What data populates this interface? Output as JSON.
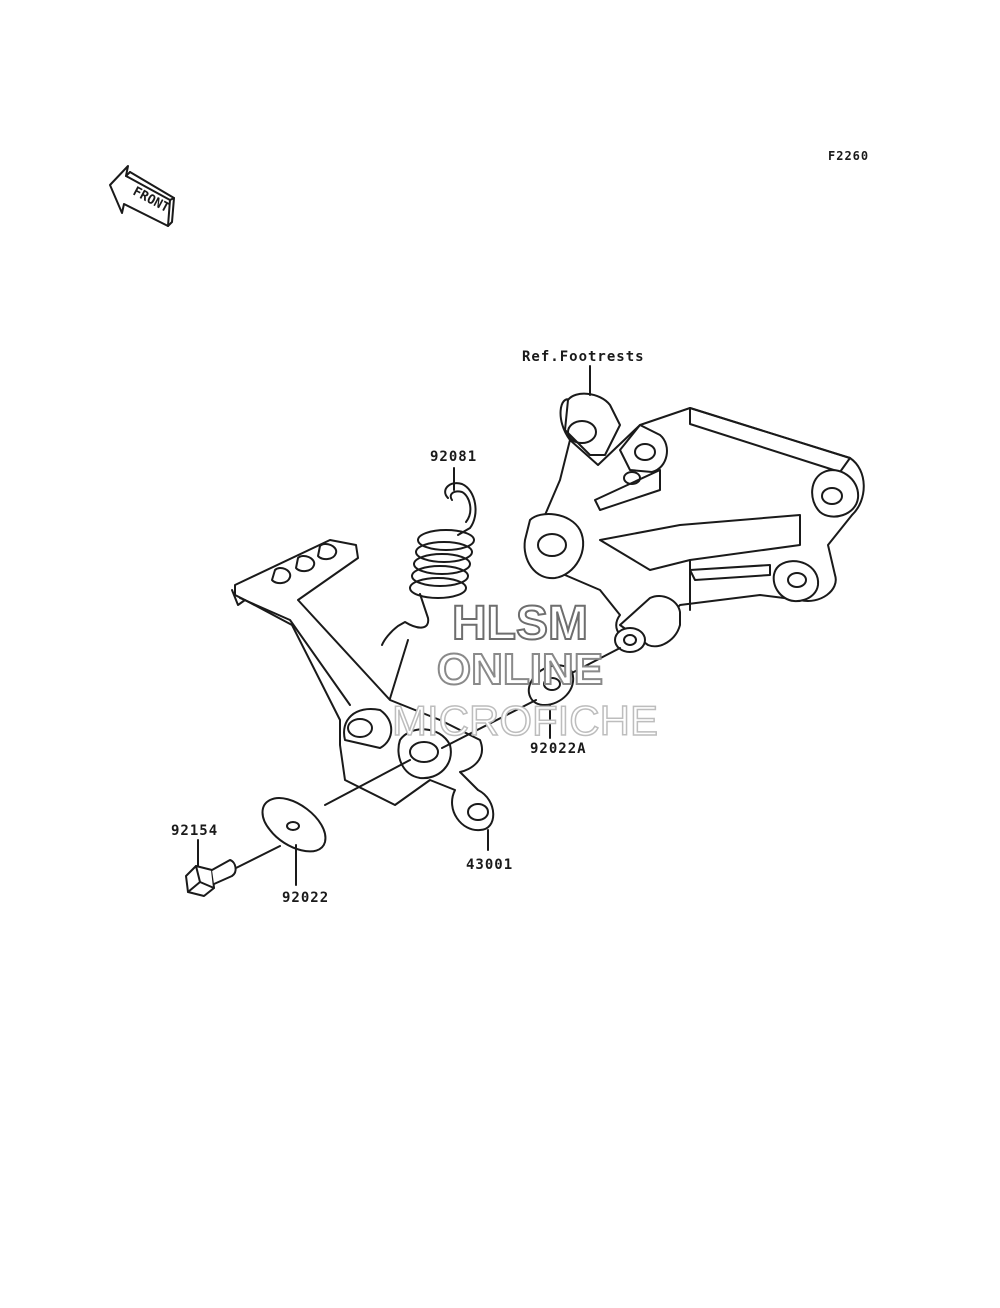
{
  "diagram": {
    "figure_code": "F2260",
    "front_label": "FRONT",
    "ref_label": "Ref.Footrests",
    "parts": [
      {
        "number": "92081"
      },
      {
        "number": "92022A"
      },
      {
        "number": "92154"
      },
      {
        "number": "92022"
      },
      {
        "number": "43001"
      }
    ]
  },
  "watermark": {
    "line1": "HLSM",
    "line2": "ONLINE",
    "line3": "MICROFICHE"
  },
  "colors": {
    "line": "#1a1a1a",
    "background": "#ffffff"
  }
}
